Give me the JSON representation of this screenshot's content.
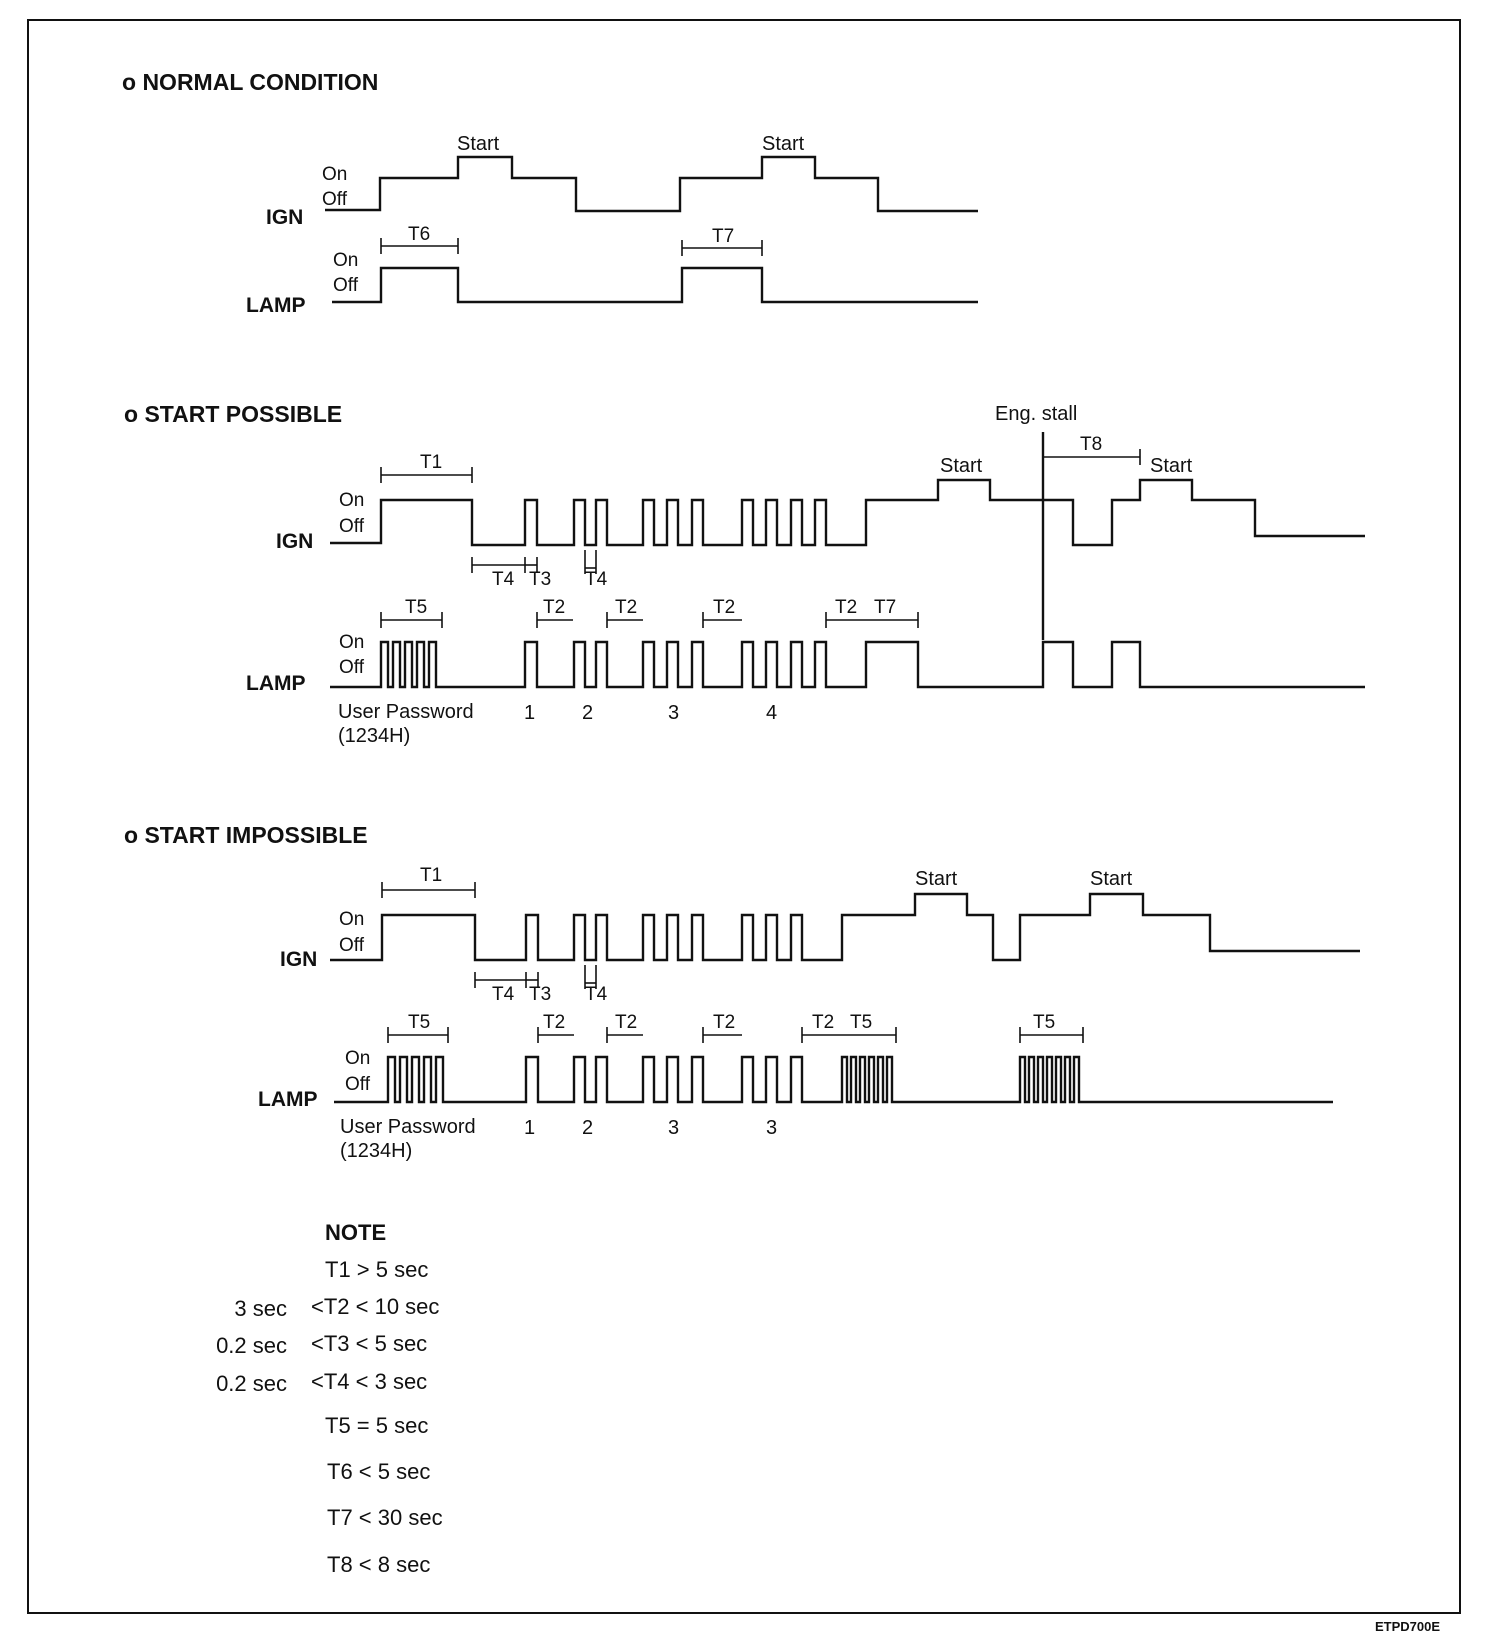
{
  "sections": {
    "normal": "o NORMAL CONDITION",
    "possible": "o START POSSIBLE",
    "impossible": "o START IMPOSSIBLE"
  },
  "signals": {
    "ign": "IGN",
    "lamp": "LAMP"
  },
  "levels": {
    "on": "On",
    "off": "Off"
  },
  "labels": {
    "start": "Start",
    "eng_stall": "Eng. stall",
    "user_password": "User Password",
    "password_value": "(1234H)"
  },
  "timing": {
    "t1": "T1",
    "t2": "T2",
    "t3": "T3",
    "t4": "T4",
    "t5": "T5",
    "t6": "T6",
    "t7": "T7",
    "t8": "T8"
  },
  "digits": {
    "possible": [
      "1",
      "2",
      "3",
      "4"
    ],
    "impossible": [
      "1",
      "2",
      "3",
      "3"
    ]
  },
  "note": {
    "title": "NOTE",
    "rows": [
      {
        "min": "",
        "expr": "T1 > 5 sec"
      },
      {
        "min": "3 sec",
        "expr": "<T2 < 10 sec"
      },
      {
        "min": "0.2 sec",
        "expr": "<T3 < 5 sec"
      },
      {
        "min": "0.2 sec",
        "expr": "<T4 < 3 sec"
      },
      {
        "min": "",
        "expr": "T5 = 5 sec"
      },
      {
        "min": "",
        "expr": "T6 < 5 sec"
      },
      {
        "min": "",
        "expr": "T7 < 30 sec"
      },
      {
        "min": "",
        "expr": "T8 < 8 sec"
      }
    ]
  },
  "figure_id": "ETPD700E"
}
